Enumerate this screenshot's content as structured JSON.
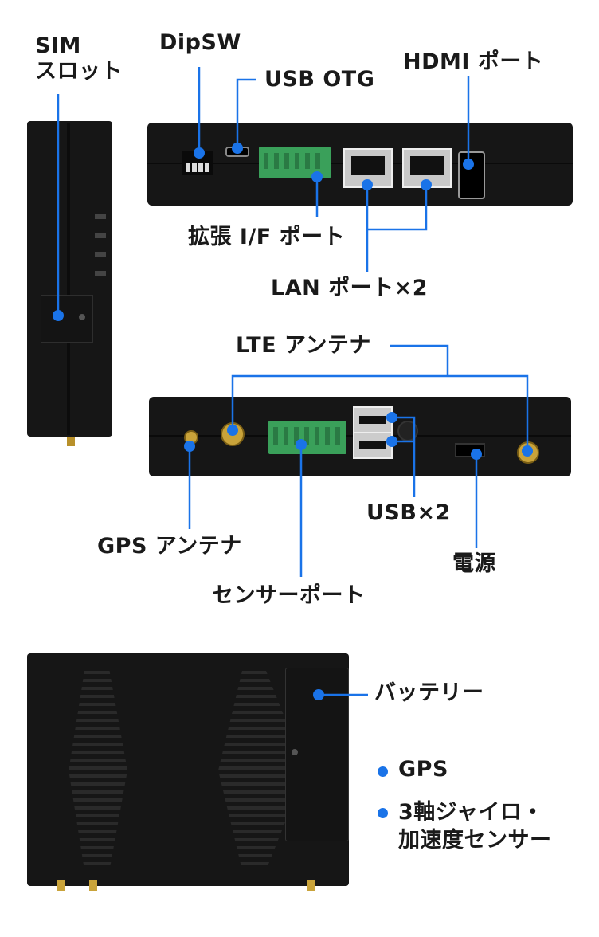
{
  "top_view": {
    "sim_slot": "SIM\nスロット",
    "dipsw": "DipSW",
    "usb_otg": "USB OTG",
    "hdmi": "HDMI ポート",
    "ext_if": "拡張 I/F ポート",
    "lan": "LAN ポート×2"
  },
  "middle_view": {
    "lte": "LTE アンテナ",
    "usb": "USB×2",
    "gps_antenna": "GPS アンテナ",
    "power": "電源",
    "sensor_port": "センサーポート"
  },
  "bottom_view": {
    "battery": "バッテリー",
    "features": [
      "GPS",
      "3軸ジャイロ・\n加速度センサー"
    ]
  },
  "colors": {
    "accent": "#1a73e8",
    "device": "#161616",
    "terminal": "#3aa05a"
  }
}
